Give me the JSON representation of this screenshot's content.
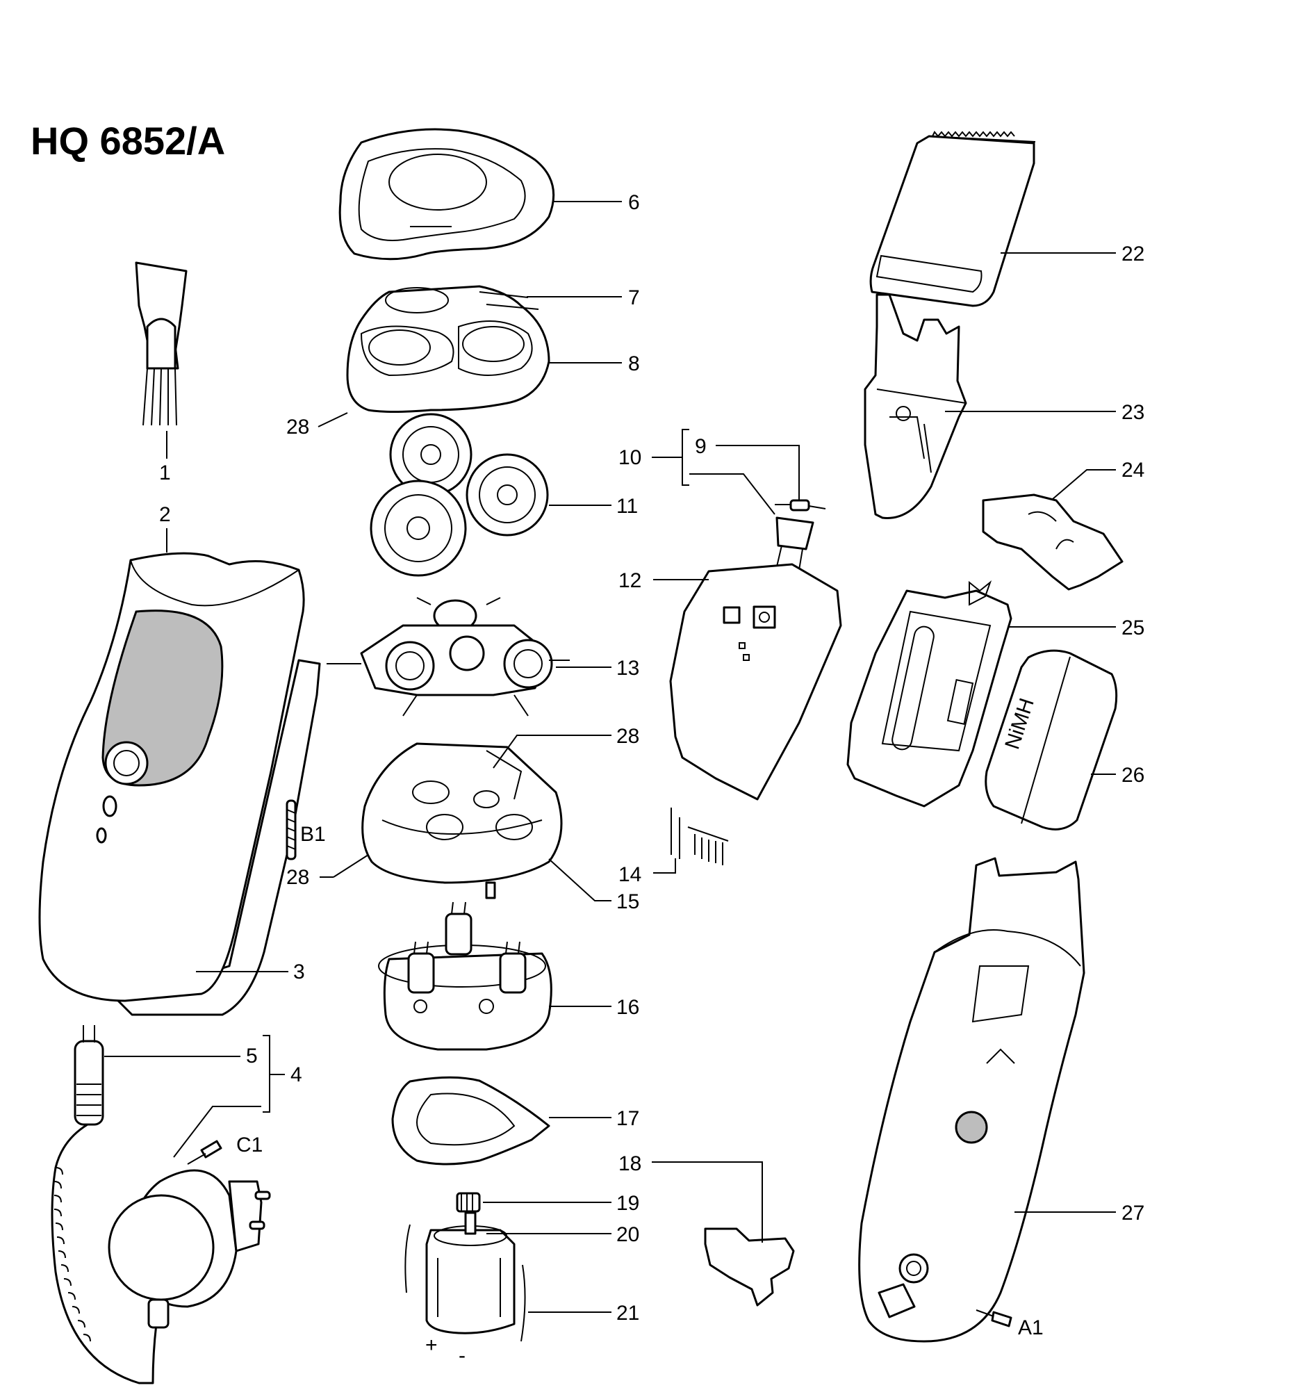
{
  "title": "HQ 6852/A",
  "labels": {
    "p1": "1",
    "p2": "2",
    "p3": "3",
    "p4": "4",
    "p5": "5",
    "p6": "6",
    "p7": "7",
    "p8": "8",
    "p9": "9",
    "p10": "10",
    "p11": "11",
    "p12": "12",
    "p13": "13",
    "p14": "14",
    "p15": "15",
    "p16": "16",
    "p17": "17",
    "p18": "18",
    "p19": "19",
    "p20": "20",
    "p21": "21",
    "p22": "22",
    "p23": "23",
    "p24": "24",
    "p25": "25",
    "p26": "26",
    "p27": "27",
    "p28a": "28",
    "p28b": "28",
    "p28c": "28",
    "pA1": "A1",
    "pB1": "B1",
    "pC1": "C1"
  },
  "battery_text": "NiMH",
  "motor_plus": "+",
  "motor_minus": "-"
}
